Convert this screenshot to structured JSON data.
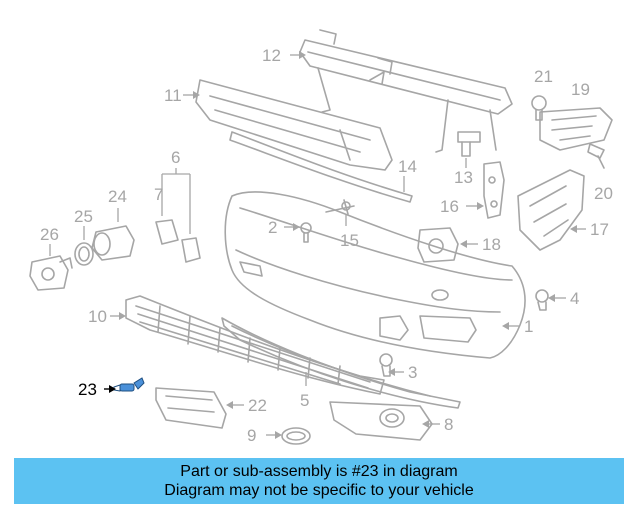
{
  "callouts": {
    "c1": "1",
    "c2": "2",
    "c3": "3",
    "c4": "4",
    "c5": "5",
    "c6": "6",
    "c7": "7",
    "c8": "8",
    "c9": "9",
    "c10": "10",
    "c11": "11",
    "c12": "12",
    "c13": "13",
    "c14": "14",
    "c15": "15",
    "c16": "16",
    "c17": "17",
    "c18": "18",
    "c19": "19",
    "c20": "20",
    "c21": "21",
    "c22": "22",
    "c23": "23",
    "c24": "24",
    "c25": "25",
    "c26": "26"
  },
  "highlight_part": "23",
  "colors": {
    "banner": "#5cc2f2",
    "line_art": "#a6a6a6",
    "highlight": "#000000",
    "part_23": "#4a90d9"
  },
  "banner": {
    "line1": "Part or sub-assembly is #23 in diagram",
    "line2": "Diagram may not be specific to your vehicle"
  }
}
